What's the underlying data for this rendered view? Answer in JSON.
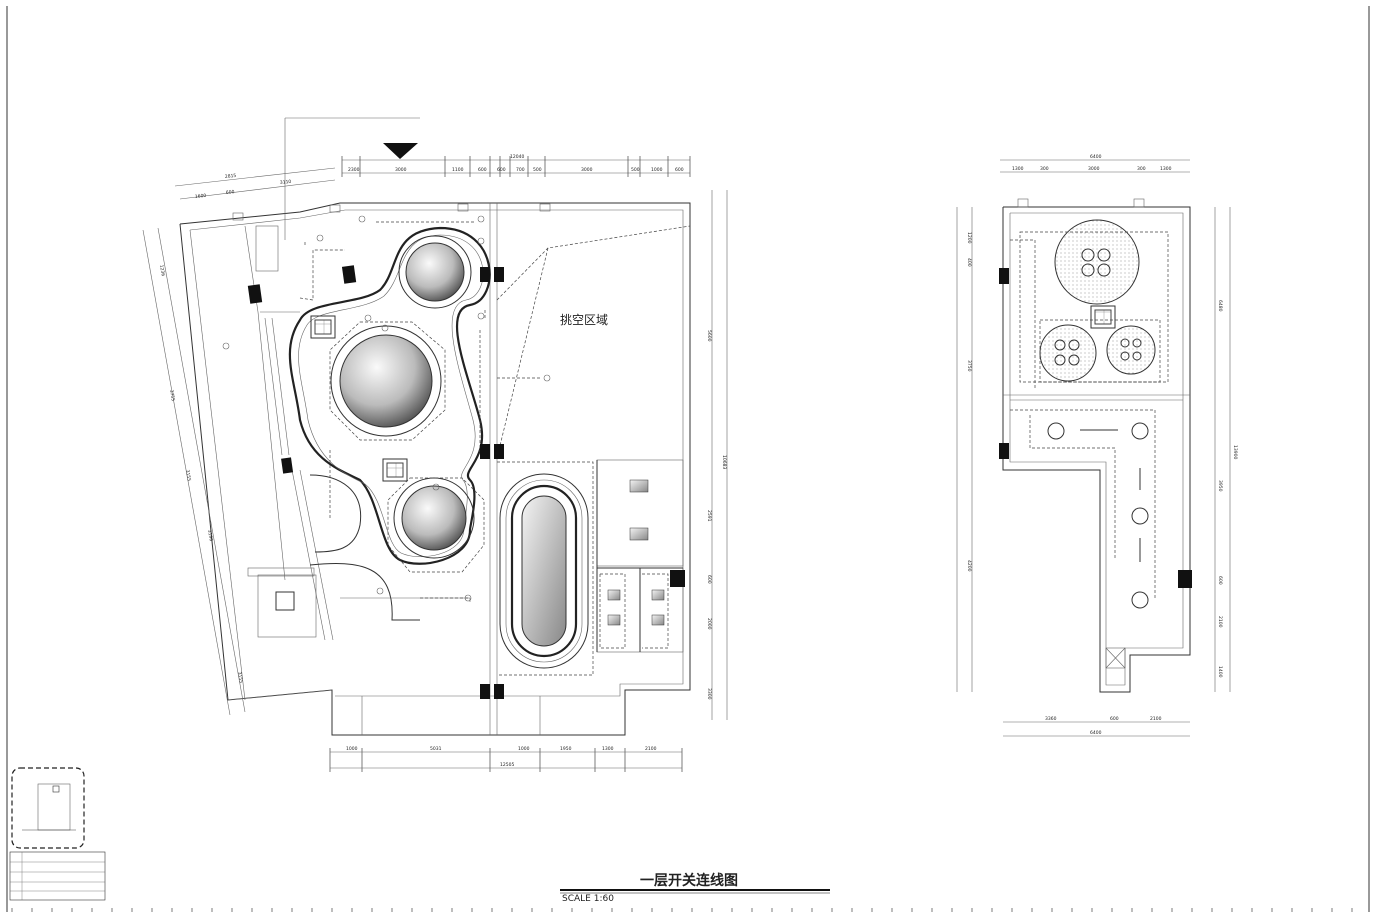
{
  "drawing": {
    "title": "一层开关连线图",
    "scale": "SCALE 1:60"
  },
  "plan_left": {
    "area_label": "挑空区域",
    "top_dims": [
      "12040",
      "2300",
      "3000",
      "1100",
      "600",
      "600",
      "700",
      "500",
      "3000",
      "500",
      "1000",
      "600"
    ],
    "top_left_dims": [
      "2815",
      "3110",
      "1600",
      "600"
    ],
    "bottom_dims": [
      "1000",
      "5031",
      "1000",
      "1950",
      "1300",
      "2100"
    ],
    "bottom_total": "12505",
    "left_dims": [
      "1236",
      "3755",
      "3155",
      "3196",
      "3155"
    ],
    "right_dims": [
      "5600",
      "2591",
      "10683",
      "600",
      "2000",
      "3300"
    ]
  },
  "plan_right": {
    "top_total": "6400",
    "top_dims": [
      "1300",
      "300",
      "3000",
      "300",
      "1300"
    ],
    "bottom_dims": [
      "3360",
      "600",
      "2100"
    ],
    "bottom_total": "6400",
    "left_dims": [
      "1200",
      "400",
      "3750",
      "4200"
    ],
    "right_dims": [
      "6480",
      "13900",
      "3950",
      "600",
      "2100",
      "1400"
    ]
  },
  "colors": {
    "line": "#333333",
    "fill_black": "#111111"
  }
}
